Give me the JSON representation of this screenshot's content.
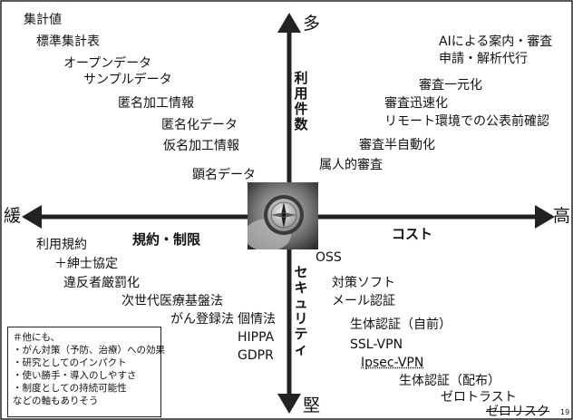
{
  "axes": {
    "top": "多",
    "bottom": "堅",
    "left": "緩",
    "right": "高",
    "top_label": "利用件数",
    "bottom_label": "セキュリティ",
    "left_label": "規約・制限",
    "right_label": "コスト"
  },
  "upper_left": [
    "集計値",
    "標準集計表",
    "オープンデータ",
    "サンプルデータ",
    "匿名加工情報",
    "匿名化データ",
    "仮名加工情報",
    "顕名データ"
  ],
  "upper_right": [
    "AIによる案内・審査",
    "申請・解析代行",
    "審査一元化",
    "審査迅速化",
    "リモート環境での公表前確認",
    "審査半自動化",
    "属人的審査"
  ],
  "lower_left": [
    "利用規約",
    "＋紳士協定",
    "違反者厳罰化",
    "次世代医療基盤法",
    "がん登録法",
    "個情法",
    "HIPPA",
    "GDPR"
  ],
  "lower_right": [
    "OSS",
    "対策ソフト",
    "メール認証",
    "生体認証（自前）",
    "SSL-VPN",
    "Ipsec-VPN",
    "生体認証（配布）",
    "ゼロトラスト",
    "ゼロリスク"
  ],
  "note": {
    "lines": [
      "＃他にも、",
      "・がん対策（予防、治療）への効果",
      "・研究としてのインパクト",
      "・使い勝手・導入のしやすさ",
      "・制度としての持続可能性",
      "などの軸もありそう"
    ]
  },
  "page_number": "19",
  "colors": {
    "axis": "#222222",
    "frame": "#222222"
  },
  "icon": "compass-photo"
}
